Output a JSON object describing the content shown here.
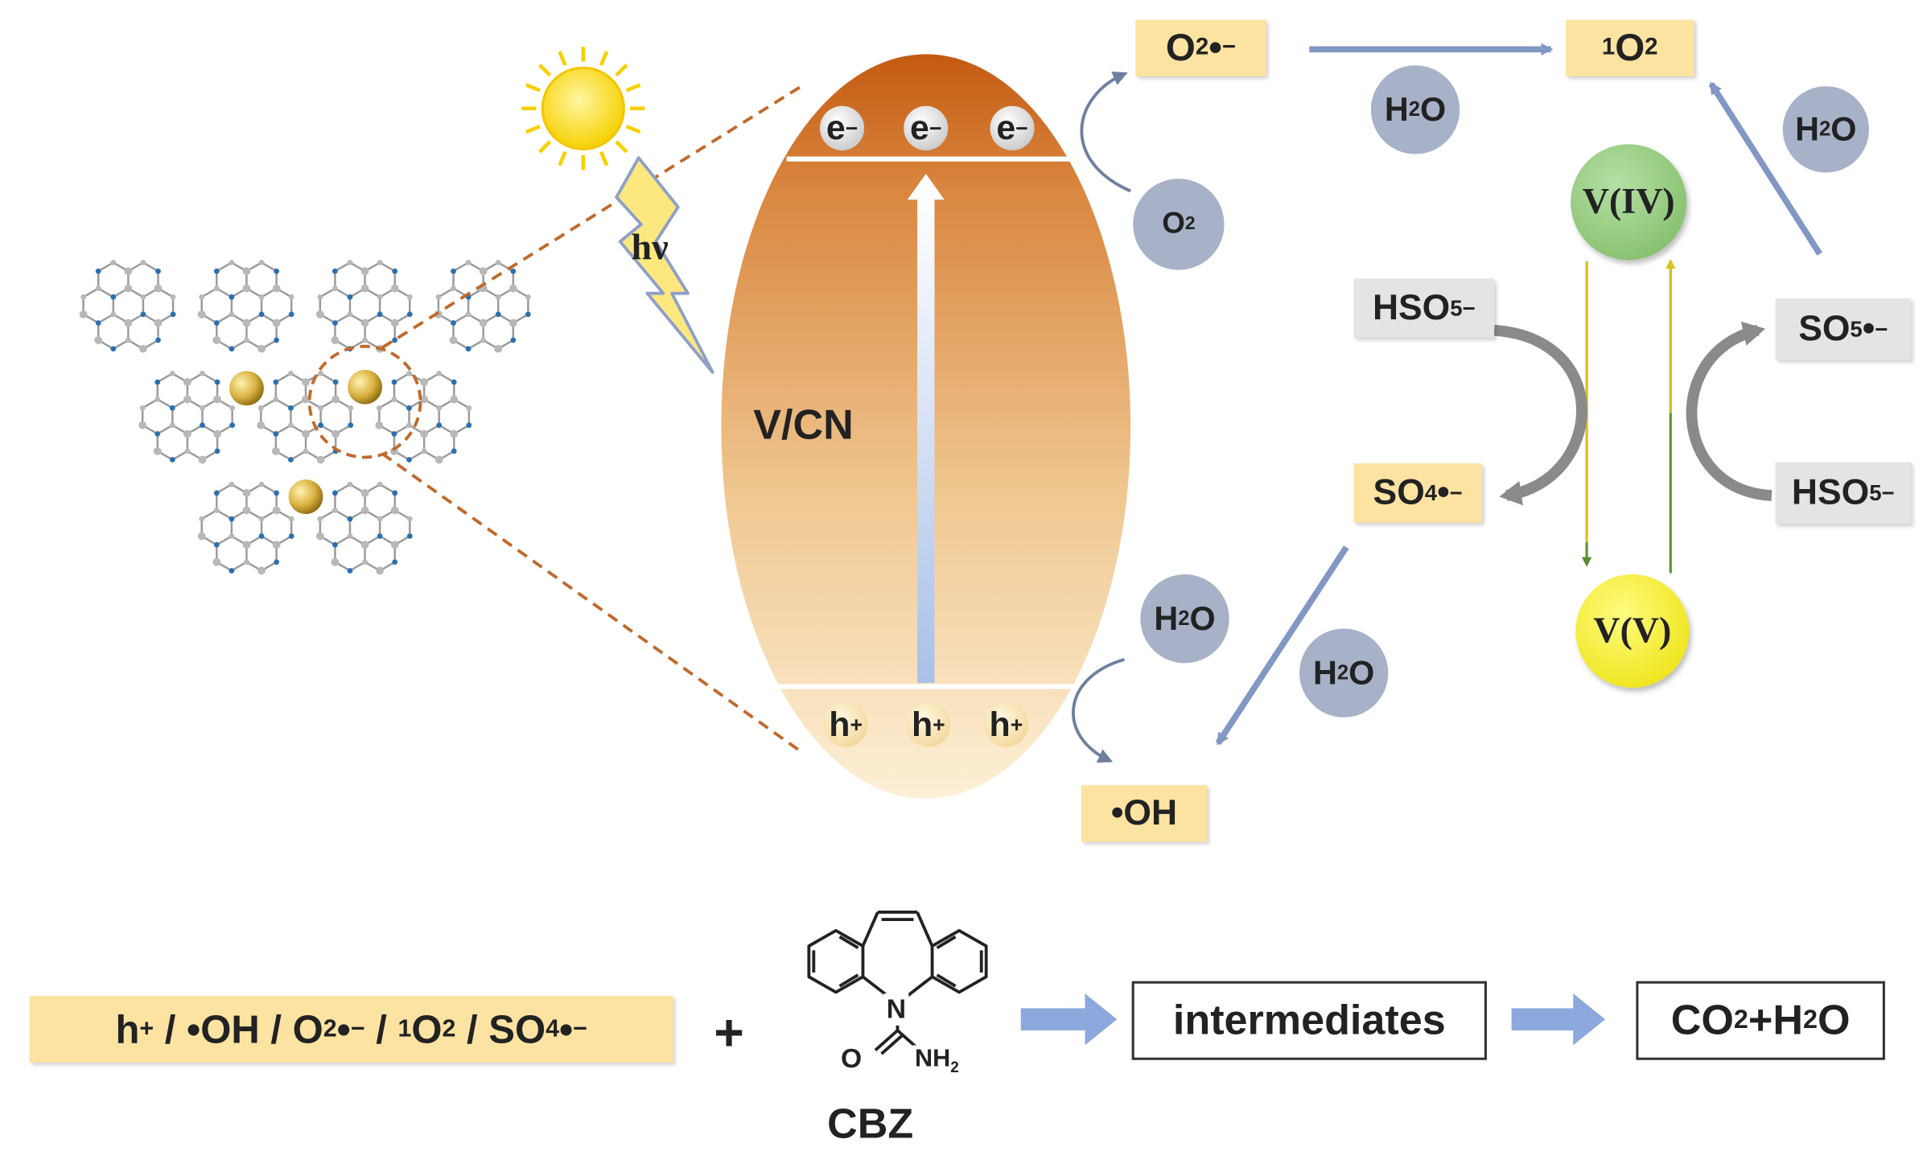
{
  "band": {
    "electron": [
      "e",
      "e",
      "e"
    ],
    "electron_charge": "−",
    "hole": [
      "h",
      "h",
      "h"
    ],
    "hole_charge": "+",
    "catalyst": "V/CN",
    "light": "hν"
  },
  "species": {
    "superoxide": {
      "main": "O",
      "sub": "2",
      "rad": "•",
      "sup": "−"
    },
    "singlet_oxygen": {
      "pre": "1",
      "main": "O",
      "sub": "2"
    },
    "oxygen": {
      "main": "O",
      "sub": "2"
    },
    "water": {
      "main": "H",
      "sub": "2",
      "tail": "O"
    },
    "hydroxyl": "•OH",
    "sulfate_radical": {
      "main": "SO",
      "sub": "4",
      "rad": "•",
      "sup": "−"
    },
    "persulfate_radical": {
      "main": "SO",
      "sub": "5",
      "rad": "•",
      "sup": "−"
    },
    "peroxymonosulfate": {
      "main": "HSO",
      "sub": "5",
      "sup": "−"
    },
    "v4": "V(IV)",
    "v5": "V(V)"
  },
  "bottom": {
    "ros_sep": " / ",
    "plus": "+",
    "intermediates": "intermediates",
    "products": {
      "a": "CO",
      "a_sub": "2",
      "b": "+H",
      "b_sub": "2",
      "c": "O"
    },
    "cbz_label": "CBZ",
    "cbz_n": "N",
    "cbz_o": "O",
    "cbz_nh": "NH",
    "cbz_nh_sub": "2"
  },
  "colors": {
    "oval_top": "#c45a12",
    "oval_bottom": "#fdf0d6",
    "yellow_box": "#fde3a2",
    "gray_box": "#e4e4e4",
    "gray_circle": "#a7b2c8",
    "v4_green": "#8cc878",
    "v5_yellow": "#f2ec1a",
    "flow_arrow": "#8da8dc",
    "dashed_line": "#c0692b"
  }
}
